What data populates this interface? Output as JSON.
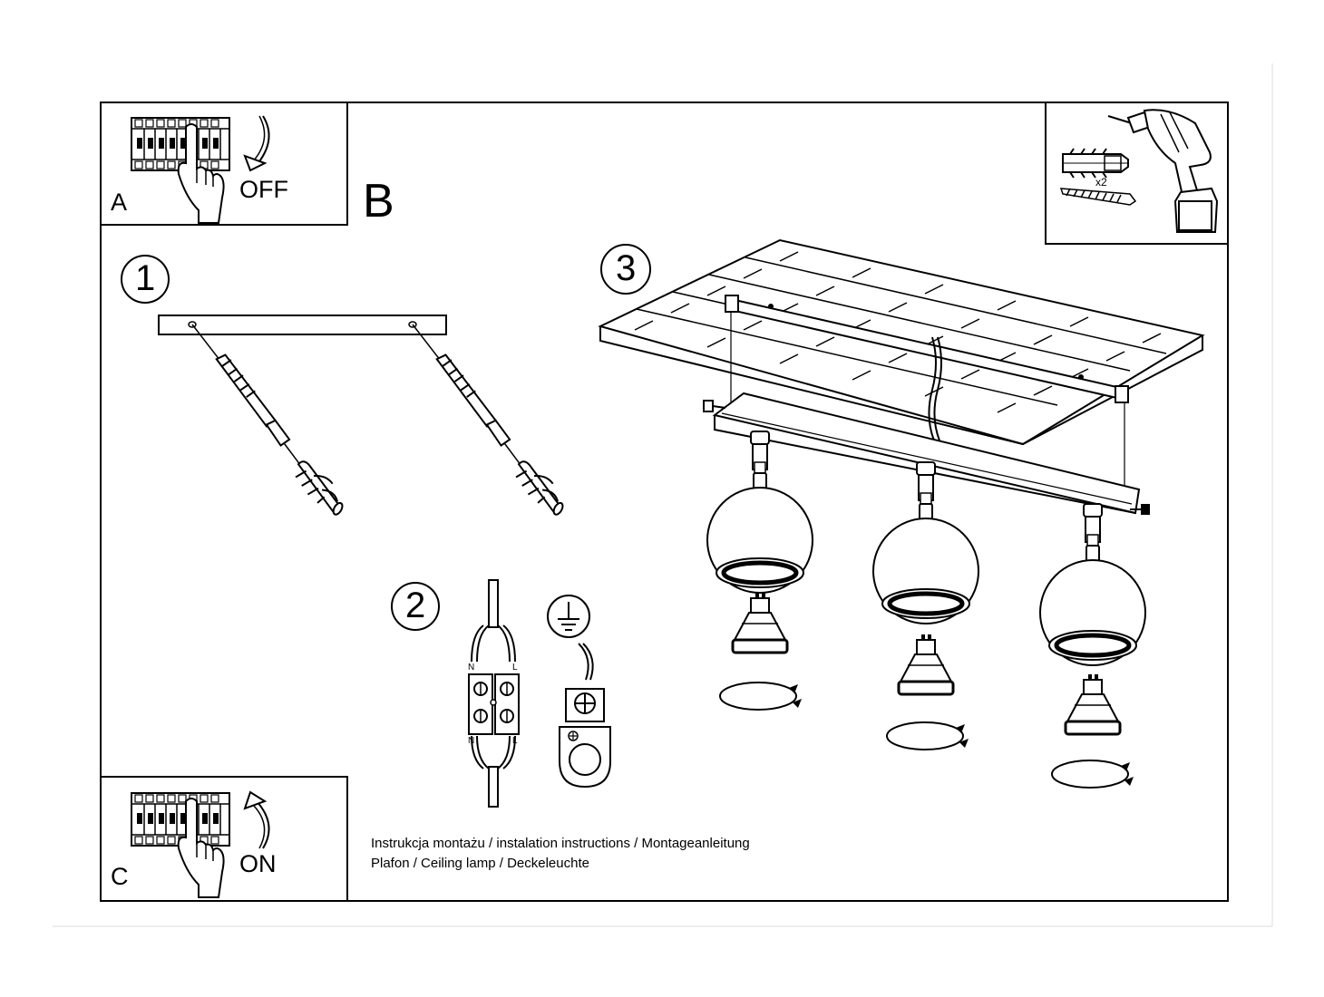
{
  "panels": {
    "a": {
      "letter": "A",
      "action": "OFF"
    },
    "b": {
      "letter": "B"
    },
    "c": {
      "letter": "C",
      "action": "ON"
    }
  },
  "steps": {
    "one": "1",
    "two": "2",
    "three": "3"
  },
  "tools": {
    "quantity": "x2"
  },
  "wiring": {
    "neutral_top": "N",
    "live_top": "L",
    "neutral_bottom": "N",
    "live_bottom": "L"
  },
  "caption": {
    "line1": "Instrukcja montażu / instalation instructions / Montageanleitung",
    "line2": "Plafon / Ceiling lamp / Deckeleuchte"
  },
  "icons": [
    "circuit-breaker-icon",
    "hand-icon",
    "arrow-down-icon",
    "arrow-up-icon",
    "drill-icon",
    "wall-plug-icon",
    "screw-icon",
    "ground-symbol-icon",
    "terminal-block-icon",
    "spotlight-icon",
    "gu10-bulb-icon",
    "retaining-ring-icon"
  ]
}
